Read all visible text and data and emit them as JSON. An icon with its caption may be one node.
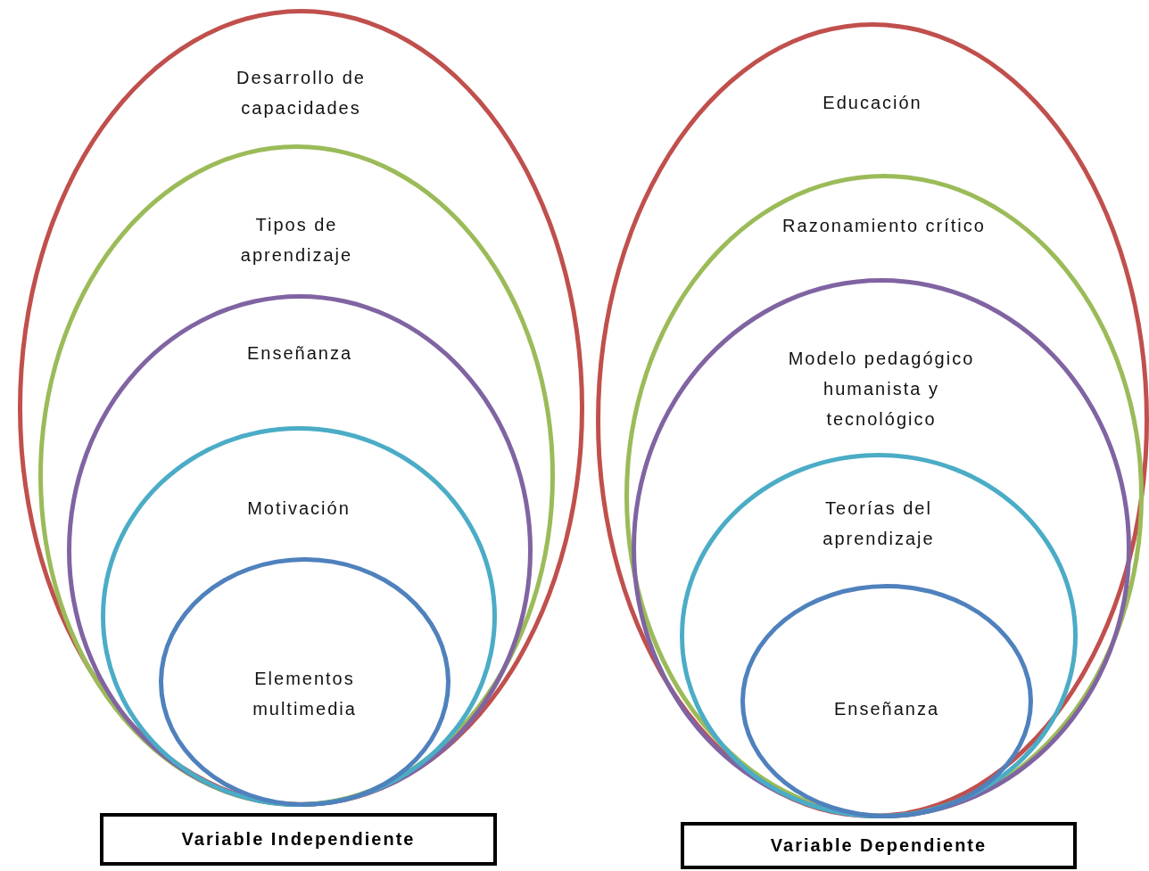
{
  "diagram": {
    "nodes": [
      {
        "text": [
          "Desarrollo de capacidades"
        ]
      },
      {
        "text": [
          "Tipos de aprendizaje"
        ],
        "in": 0
      },
      {
        "text": [
          "Enseñanza"
        ],
        "in": 1
      },
      {
        "text": [
          "Motivación"
        ],
        "in": 2
      },
      {
        "text": [
          "Elementos multimedia"
        ],
        "in": 3
      },
      {
        "text": [
          "Variable Independiente"
        ]
      },
      {
        "text": [
          "Educación"
        ]
      },
      {
        "text": [
          "Razonamiento crítico"
        ],
        "in": 6
      },
      {
        "text": [
          "Modelo pedagógico humanista y tecnológico"
        ],
        "in": 7
      },
      {
        "text": [
          "Teorías del aprendizaje"
        ],
        "in": 8
      },
      {
        "text": [
          "Enseñanza"
        ],
        "in": 9
      },
      {
        "text": [
          "Variable Dependiente"
        ]
      }
    ]
  }
}
